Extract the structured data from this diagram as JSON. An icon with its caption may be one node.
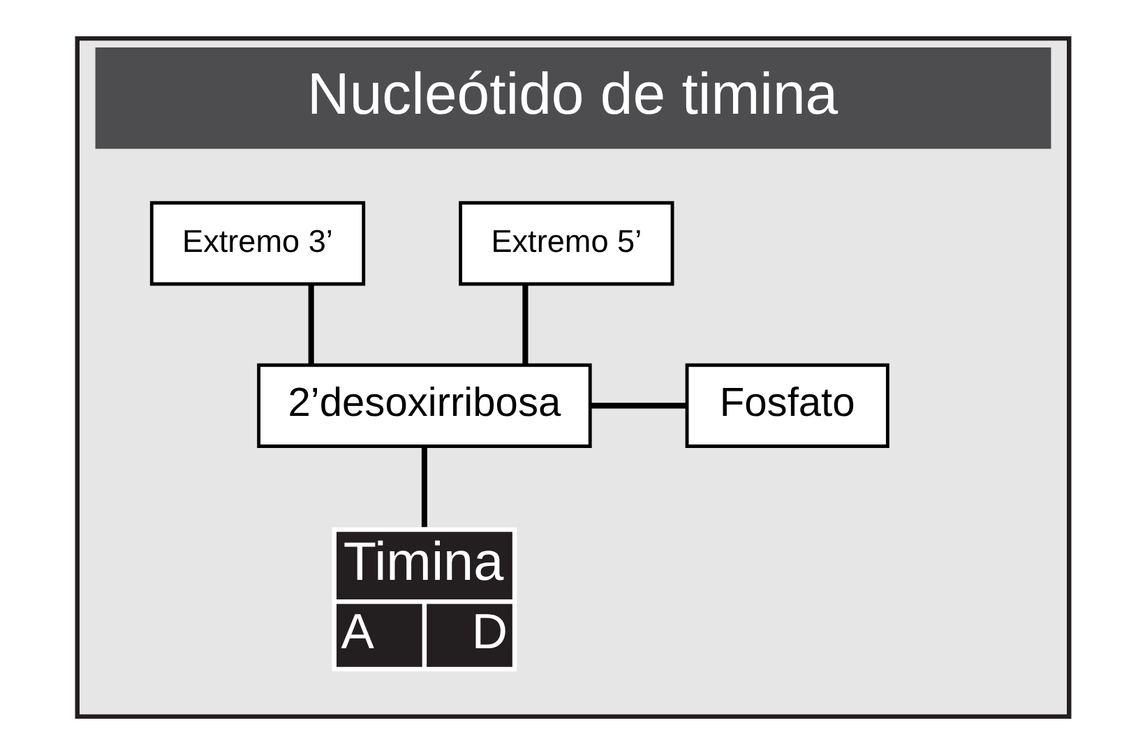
{
  "diagram": {
    "nodes": [
      {
        "text": [
          "Nucleótido de timina"
        ]
      },
      {
        "text": [
          "Extremo 5’"
        ],
        "in": 0
      },
      {
        "text": [
          "Extremo 3’"
        ],
        "in": 0
      },
      {
        "text": [
          "2’desoxirribosa"
        ],
        "in": 0
      },
      {
        "text": [
          "Fosfato"
        ],
        "in": 0
      },
      {
        "text": [
          "Timina",
          "A",
          "D"
        ],
        "in": 0
      }
    ],
    "edges": [
      {
        "from": 1,
        "to": 3,
        "arrow": "none"
      },
      {
        "from": 2,
        "to": 3,
        "arrow": "none"
      },
      {
        "from": 3,
        "to": 4,
        "arrow": "none"
      },
      {
        "from": 3,
        "to": 5,
        "arrow": "none"
      }
    ]
  }
}
